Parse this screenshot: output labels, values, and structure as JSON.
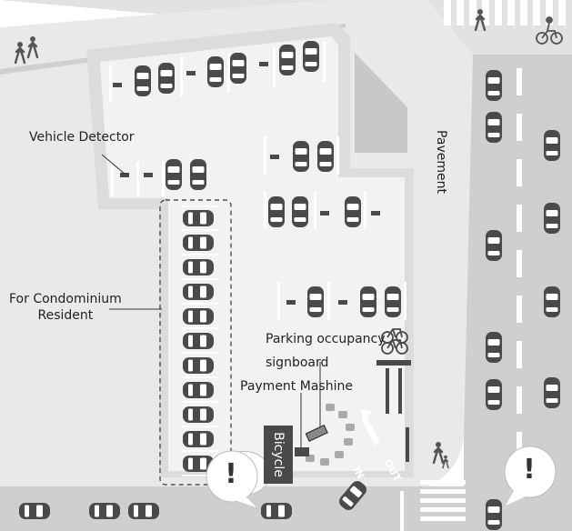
{
  "labels": {
    "vehicle_detector": "Vehicle Detector",
    "condo_line1": "For Condominium",
    "condo_line2": "Resident",
    "signboard_line1": "Parking occupancy",
    "signboard_line2": "signboard",
    "payment": "Payment Mashine",
    "pavement": "Pavement",
    "bicycle": "Bicycle",
    "floor_out": "OUT",
    "floor_in": "IN",
    "alert_mark": "!"
  },
  "icons": {
    "car": "car-top-view-icon",
    "pedestrian": "pedestrian-icon",
    "cyclist": "cyclist-icon",
    "bicycle": "bicycle-icon",
    "parent_child": "parent-with-child-icon",
    "alert": "exclamation-speech-bubble-icon",
    "arrow": "exit-arrow-icon"
  },
  "colors": {
    "road": "#cfcfcf",
    "lot": "#e6e6e6",
    "lot_edge": "#bdbdbd",
    "car": "#4a4a4a",
    "marking": "#ffffff",
    "dark": "#333333",
    "background": "#ffffff"
  }
}
